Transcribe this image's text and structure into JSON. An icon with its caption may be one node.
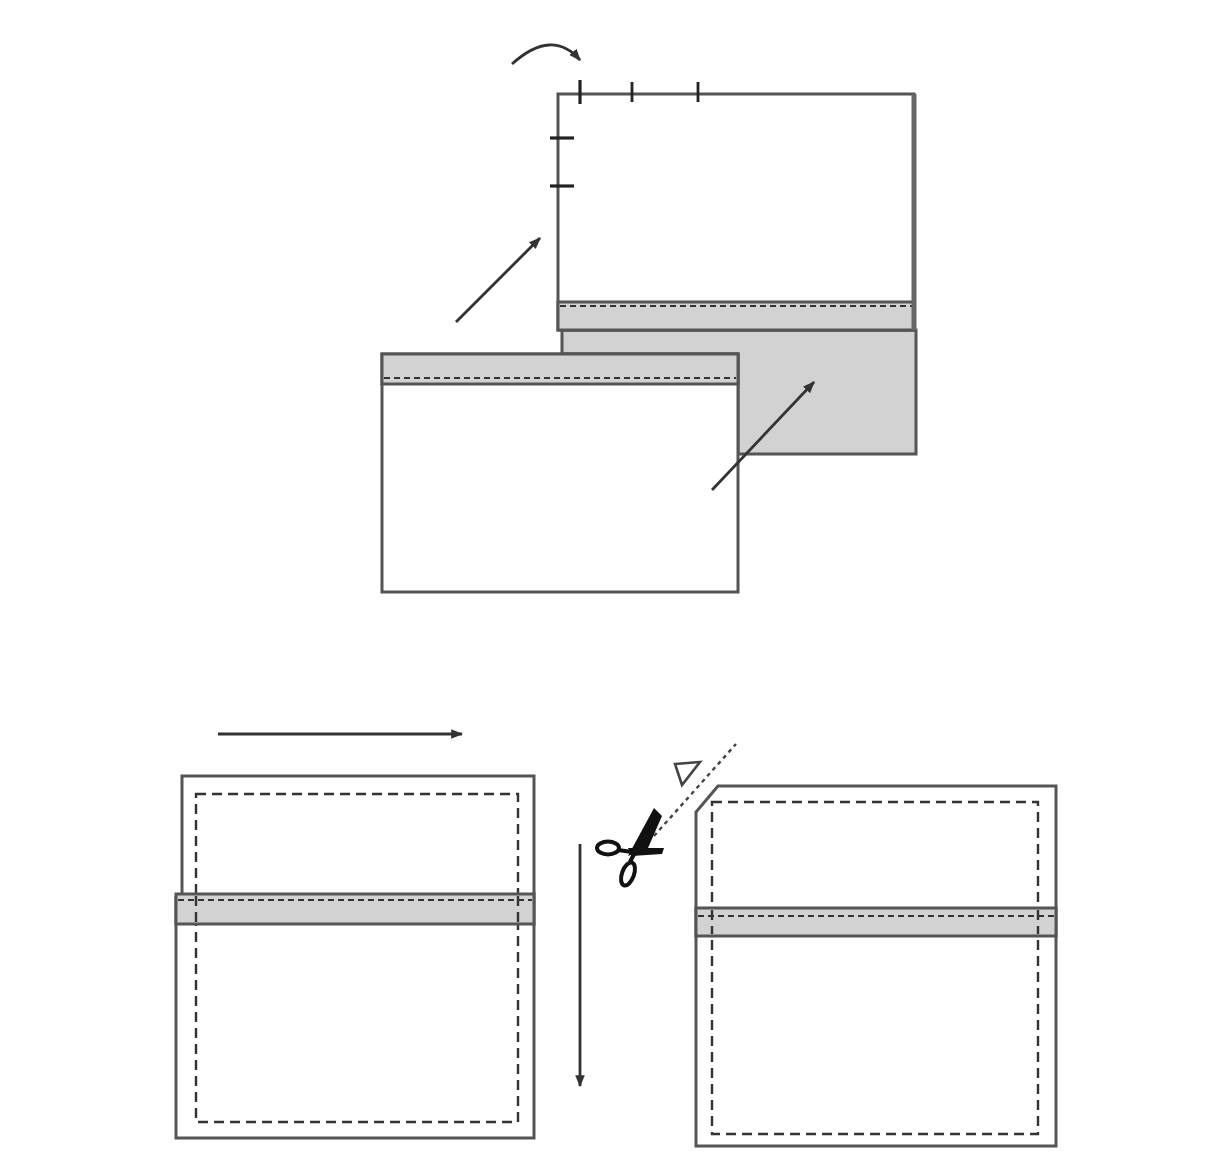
{
  "diagram": {
    "nodes": [
      {
        "text": [],
        "shape": "box"
      },
      {
        "text": [],
        "shape": "box"
      },
      {
        "text": [],
        "shape": "box"
      },
      {
        "text": [],
        "shape": "box"
      },
      {
        "text": [],
        "shape": "box"
      }
    ],
    "edges": [
      {
        "from": 2,
        "to": 1,
        "arrow": "to"
      }
    ]
  }
}
